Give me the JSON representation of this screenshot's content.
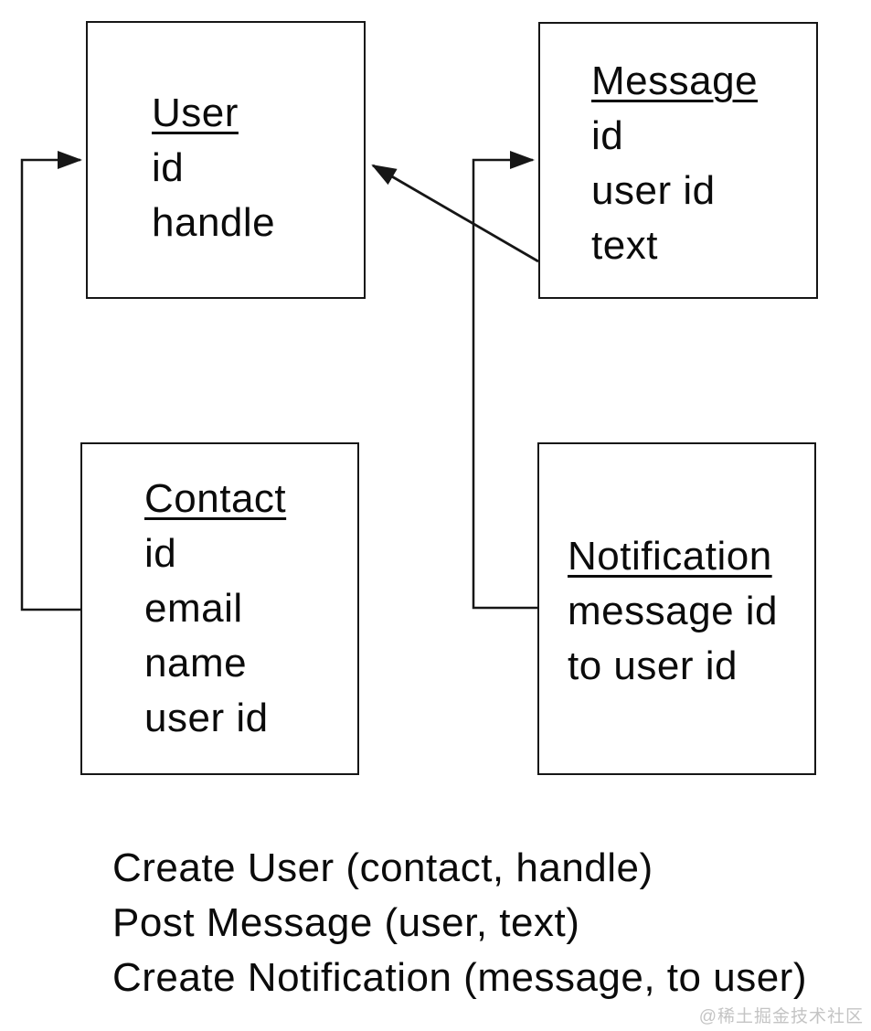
{
  "entities": [
    {
      "name": "User",
      "fields": [
        "id",
        "handle"
      ]
    },
    {
      "name": "Message",
      "fields": [
        "id",
        "user id",
        "text"
      ]
    },
    {
      "name": "Contact",
      "fields": [
        "id",
        "email",
        "name",
        "user id"
      ]
    },
    {
      "name": "Notification",
      "fields": [
        "message id",
        "to user id"
      ]
    }
  ],
  "relations": [
    {
      "from": "Contact",
      "to": "User"
    },
    {
      "from": "Message",
      "to": "User"
    },
    {
      "from": "Notification",
      "to": "Message"
    }
  ],
  "operations": [
    "Create User (contact, handle)",
    "Post Message (user, text)",
    "Create Notification (message, to user)"
  ],
  "watermark": "@稀土掘金技术社区",
  "colors": {
    "line": "#161616",
    "background": "#ffffff",
    "watermark": "#c4c4c4"
  }
}
